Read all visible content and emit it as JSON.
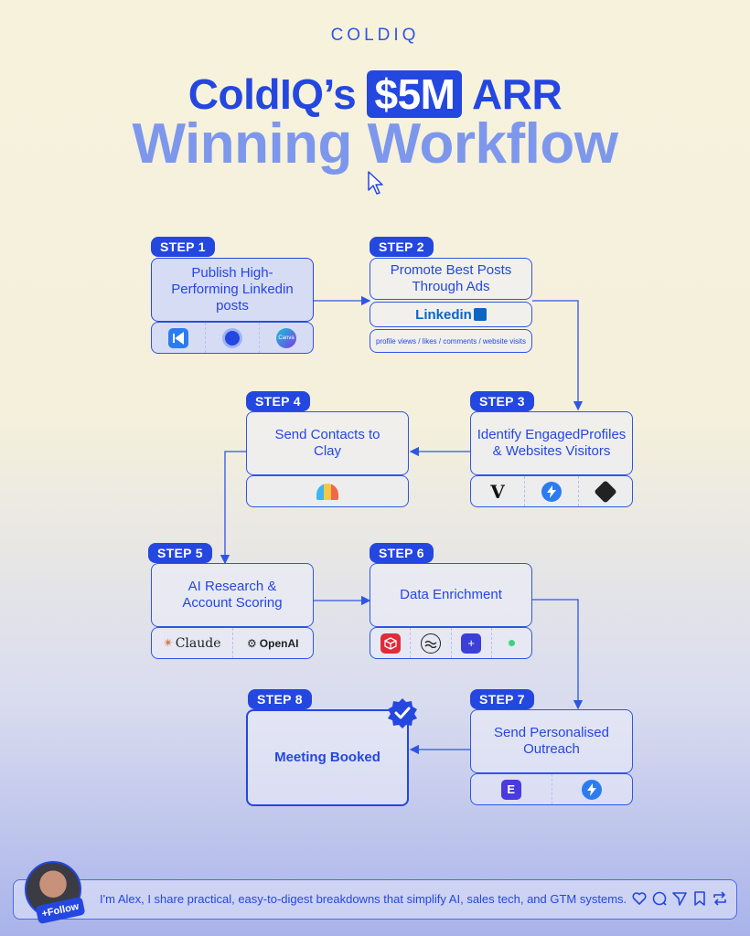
{
  "brand": "COLDIQ",
  "title": {
    "line1_before": "ColdIQ’s ",
    "line1_highlight": "$5M",
    "line1_after": " ARR",
    "line2": "Winning Workflow"
  },
  "steps": [
    {
      "tag": "STEP 1",
      "title": "Publish High-Performing Linkedin posts",
      "tools": [
        "replay-icon",
        "circle-app-icon",
        "canva-icon"
      ],
      "tool_label_canva": "Canva"
    },
    {
      "tag": "STEP 2",
      "title": "Promote Best Posts Through Ads",
      "tools": [
        "linkedin-logo"
      ],
      "tool_label": "Linkedin",
      "note": "profile views / likes / comments / website visits"
    },
    {
      "tag": "STEP 3",
      "title": "Identify EngagedProfiles & Websites Visitors",
      "tools": [
        "v-logo",
        "bolt-icon",
        "diamond-logo"
      ],
      "v_label": "V"
    },
    {
      "tag": "STEP 4",
      "title": "Send Contacts to Clay",
      "tools": [
        "clay-logo"
      ]
    },
    {
      "tag": "STEP 5",
      "title": "AI Research & Account Scoring",
      "tools": [
        "claude-logo",
        "openai-logo"
      ],
      "claude_label": "Claude",
      "openai_label": "OpenAI"
    },
    {
      "tag": "STEP 6",
      "title": "Data Enrichment",
      "tools": [
        "cube-icon",
        "wave-icon",
        "plus-icon",
        "dot-icon"
      ]
    },
    {
      "tag": "STEP 7",
      "title": "Send Personalised Outreach",
      "tools": [
        "lemlist-icon",
        "bolt-icon"
      ]
    },
    {
      "tag": "STEP 8",
      "title": "Meeting Booked",
      "badge": "verified-check-icon"
    }
  ],
  "footer": {
    "text": "I'm Alex, I share practical, easy-to-digest breakdowns that simplify AI, sales tech, and GTM systems.",
    "follow_label": "+Follow",
    "icons": [
      "heart-icon",
      "comment-icon",
      "send-icon",
      "bookmark-icon",
      "repost-icon"
    ]
  },
  "colors": {
    "primary": "#2447e0",
    "secondary": "#7d97ec",
    "background": "#f7f2dc"
  }
}
